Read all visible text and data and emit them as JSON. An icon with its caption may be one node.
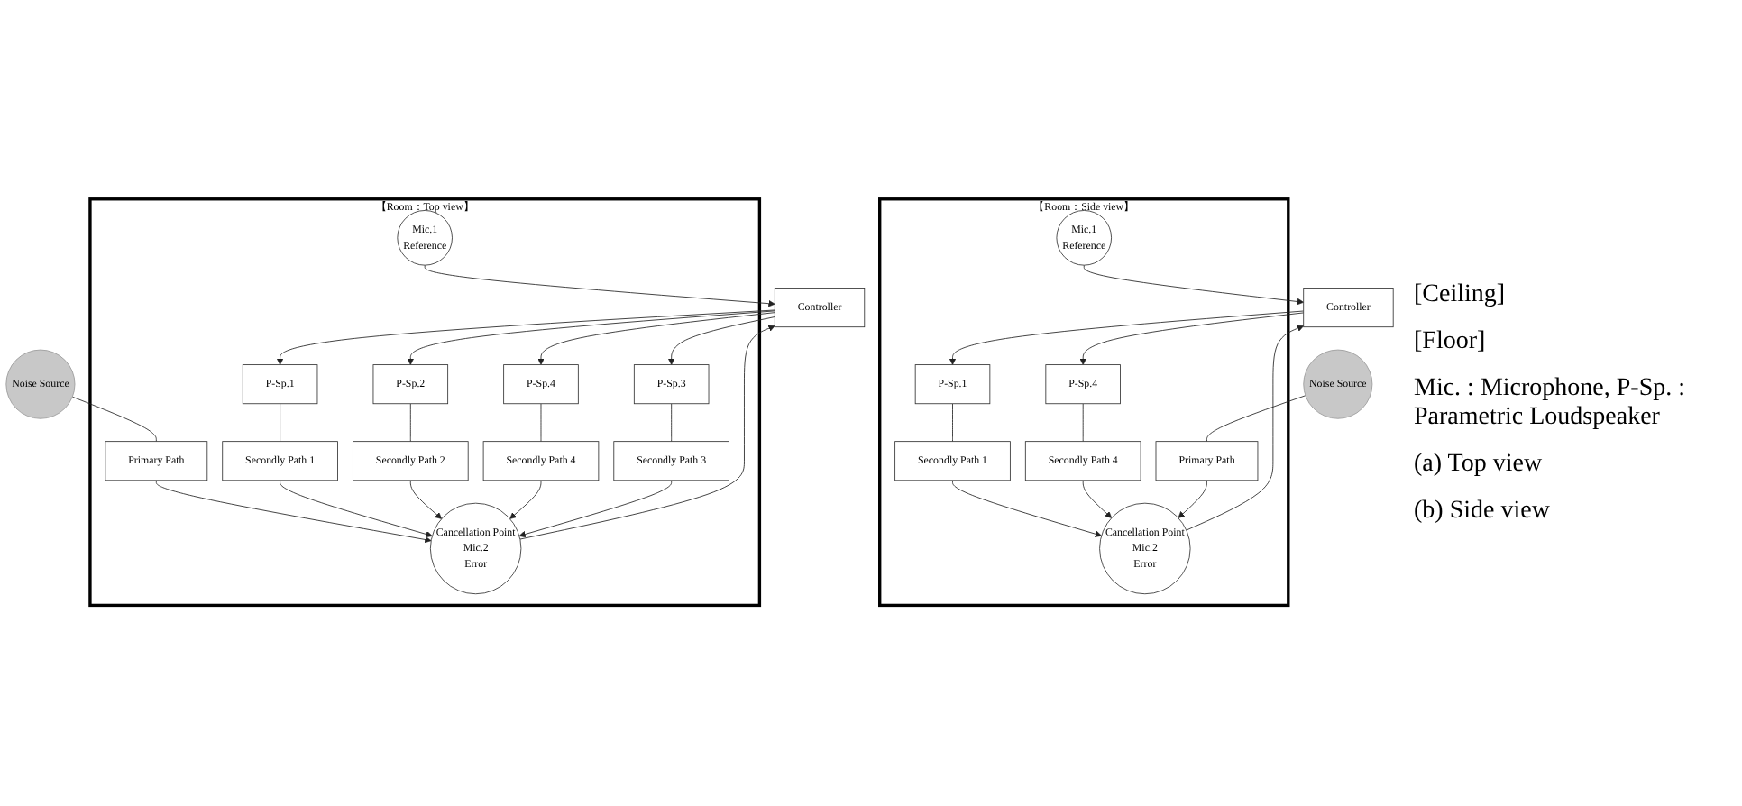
{
  "diagram": {
    "nodes": [
      {
        "text": [
          "【Room：Top view】"
        ]
      },
      {
        "text": [
          "Noise Source"
        ]
      },
      {
        "text": [
          "Mic.1",
          "Reference"
        ],
        "in": 0
      },
      {
        "text": [
          "P-Sp.1"
        ],
        "in": 0
      },
      {
        "text": [
          "Primary Path"
        ],
        "in": 0
      },
      {
        "text": [
          "P-Sp.2"
        ],
        "in": 0
      },
      {
        "text": [
          "Secondly Path 1"
        ],
        "in": 0
      },
      {
        "text": [
          "Secondly Path 2"
        ],
        "in": 0
      },
      {
        "text": [
          "Cancellation Point",
          "Mic.2",
          "Error"
        ],
        "in": 0
      },
      {
        "text": [
          "Secondly Path 4"
        ],
        "in": 0
      },
      {
        "text": [
          "Secondly Path 3"
        ],
        "in": 0
      },
      {
        "text": [
          "P-Sp.4"
        ],
        "in": 0
      },
      {
        "text": [
          "P-Sp.3"
        ],
        "in": 0
      },
      {
        "text": [
          "Controller"
        ]
      },
      {
        "text": [
          "【Room：Side view】"
        ]
      },
      {
        "text": [
          "P-Sp.1"
        ],
        "in": 14
      },
      {
        "text": [
          "P-Sp.4"
        ],
        "in": 14
      },
      {
        "text": [
          "Secondly Path 1"
        ],
        "in": 14
      },
      {
        "text": [
          "Secondly Path 4"
        ],
        "in": 14
      },
      {
        "text": [
          "Noise Source"
        ]
      },
      {
        "text": [
          "Primary Path"
        ],
        "in": 14
      },
      {
        "text": [
          "Cancellation Point",
          "Mic.2",
          "Error"
        ],
        "in": 14
      },
      {
        "text": [
          "Mic.1",
          "Reference"
        ],
        "in": 14
      },
      {
        "text": [
          "Controller"
        ]
      }
    ],
    "edges": [
      {
        "from": 1,
        "to": 4,
        "arrow": "none"
      },
      {
        "from": 4,
        "to": 8,
        "arrow": "to"
      },
      {
        "from": 3,
        "to": 6,
        "arrow": "none"
      },
      {
        "from": 6,
        "to": 8,
        "arrow": "to"
      },
      {
        "from": 5,
        "to": 7,
        "arrow": "none"
      },
      {
        "from": 7,
        "to": 8,
        "arrow": "to"
      },
      {
        "from": 11,
        "to": 9,
        "arrow": "none"
      },
      {
        "from": 9,
        "to": 8,
        "arrow": "to"
      },
      {
        "from": 12,
        "to": 10,
        "arrow": "none"
      },
      {
        "from": 10,
        "to": 8,
        "arrow": "to"
      },
      {
        "from": 8,
        "to": 13,
        "arrow": "to"
      },
      {
        "from": 2,
        "to": 13,
        "arrow": "to"
      },
      {
        "from": 13,
        "to": 3,
        "arrow": "to"
      },
      {
        "from": 13,
        "to": 5,
        "arrow": "to"
      },
      {
        "from": 13,
        "to": 11,
        "arrow": "to"
      },
      {
        "from": 13,
        "to": 12,
        "arrow": "to"
      },
      {
        "from": 15,
        "to": 17,
        "arrow": "none"
      },
      {
        "from": 17,
        "to": 21,
        "arrow": "to"
      },
      {
        "from": 16,
        "to": 18,
        "arrow": "none"
      },
      {
        "from": 18,
        "to": 21,
        "arrow": "to"
      },
      {
        "from": 19,
        "to": 20,
        "arrow": "none"
      },
      {
        "from": 20,
        "to": 21,
        "arrow": "to"
      },
      {
        "from": 21,
        "to": 23,
        "arrow": "to"
      },
      {
        "from": 22,
        "to": 23,
        "arrow": "to"
      },
      {
        "from": 23,
        "to": 15,
        "arrow": "to"
      },
      {
        "from": 23,
        "to": 16,
        "arrow": "to"
      }
    ],
    "labels": [
      "[Ceiling]",
      "[Floor]",
      "Mic. : Microphone,  P-Sp. : Parametric Loudspeaker",
      "(a) Top view",
      "(b) Side view"
    ]
  }
}
